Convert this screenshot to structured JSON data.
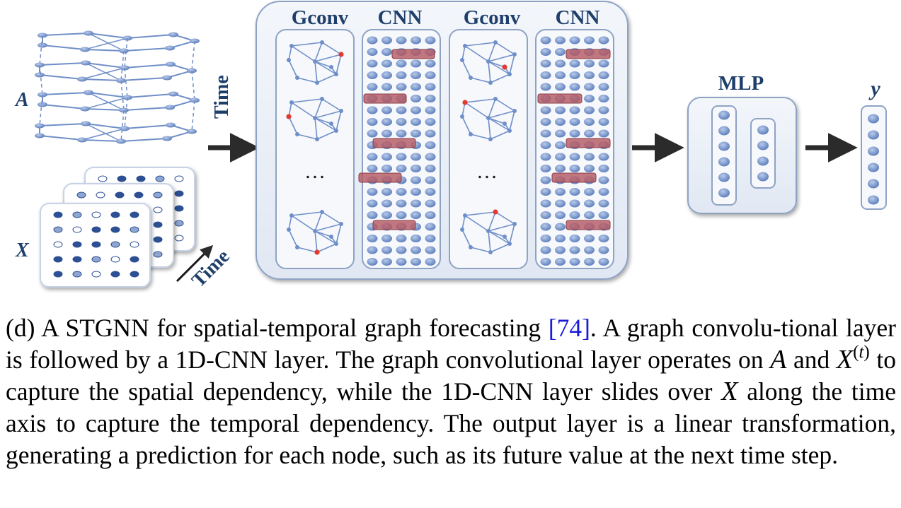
{
  "diagram": {
    "input_a_label": "A",
    "input_x_label": "X",
    "time_label_vertical": "Time",
    "time_label_diagonal": "Time",
    "columns": [
      "Gconv",
      "CNN",
      "Gconv",
      "CNN"
    ],
    "ellipsis": "…",
    "mlp_label": "MLP",
    "output_label": "y",
    "colors": {
      "panel_bg": "#eaf0f8",
      "panel_border": "#8ea3c4",
      "node_blue": "#6f8fc8",
      "graph_red": "#e23a2f",
      "cnn_filter": "#b45a63",
      "label_navy": "#1f3f6b"
    }
  },
  "caption": {
    "p1": "(d) A STGNN for spatial-temporal graph forecasting ",
    "ref": "[74]",
    "p2": ". A graph convolu-tional layer is followed by a 1D-CNN layer. The graph convolutional layer operates on ",
    "math_a": "A",
    "p3": " and ",
    "math_x": "X",
    "sup_open": "(",
    "sup_t": "t",
    "sup_close": ")",
    "p4": " to capture the spatial dependency, while the 1D-CNN layer slides over ",
    "math_x2": "X",
    "p5": " along the time axis to capture the temporal dependency. The output layer is a linear transformation, generating a prediction for each node, such as its future value at the next time step."
  }
}
